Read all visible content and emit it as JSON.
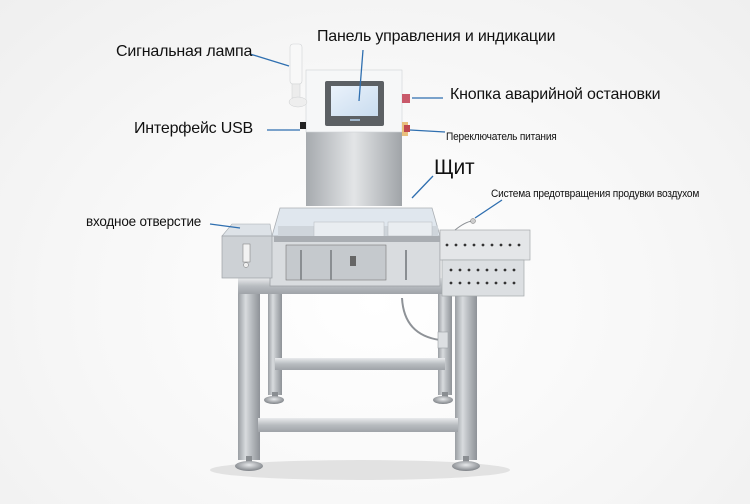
{
  "diagram": {
    "subject": "Checkweigher machine",
    "accent_line_color": "#2f6fb0",
    "background": "#f4f4f4",
    "labels": [
      {
        "id": "signal_lamp",
        "text": "Сигнальная лампа"
      },
      {
        "id": "control_panel",
        "text": "Панель управления и индикации"
      },
      {
        "id": "emergency_stop",
        "text": "Кнопка аварийной остановки"
      },
      {
        "id": "usb_interface",
        "text": "Интерфейс USB"
      },
      {
        "id": "power_switch",
        "text": "Переключатель питания"
      },
      {
        "id": "shield",
        "text": "Щит"
      },
      {
        "id": "air_blow_system",
        "text": "Система предотвращения продувки воздухом"
      },
      {
        "id": "inlet",
        "text": "входное отверстие"
      }
    ]
  }
}
